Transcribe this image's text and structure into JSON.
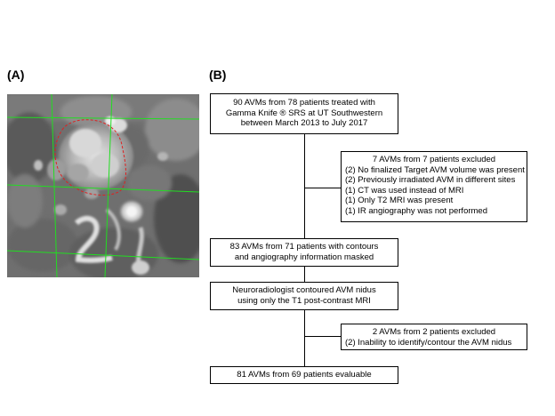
{
  "panels": {
    "a_label": "(A)",
    "b_label": "(B)"
  },
  "flowchart": {
    "start": {
      "lines": [
        "90 AVMs from 78 patients treated with",
        "Gamma Knife ® SRS at UT Southwestern",
        "between March 2013 to July 2017"
      ]
    },
    "exclusion_1": {
      "lines": [
        "7 AVMs from 7 patients excluded",
        "(2) No finalized Target AVM volume was present",
        "(2) Previously irradiated AVM in different sites",
        "(1) CT was used instead of MRI",
        "(1) Only T2 MRI was present",
        "(1) IR angiography was not performed"
      ]
    },
    "masked": {
      "lines": [
        "83 AVMs from 71 patients with contours",
        "and angiography information masked"
      ]
    },
    "contour": {
      "lines": [
        "Neuroradiologist contoured AVM nidus",
        "using only the T1 post-contrast MRI"
      ]
    },
    "exclusion_2": {
      "lines": [
        "2 AVMs from 2 patients excluded",
        "(2) Inability to identify/contour  the AVM nidus"
      ]
    },
    "final": {
      "lines": [
        "81 AVMs from 69 patients evaluable"
      ]
    }
  },
  "colors": {
    "grid_lines": "#22dd22",
    "contour": "#dd2222",
    "box_border": "#000000"
  }
}
